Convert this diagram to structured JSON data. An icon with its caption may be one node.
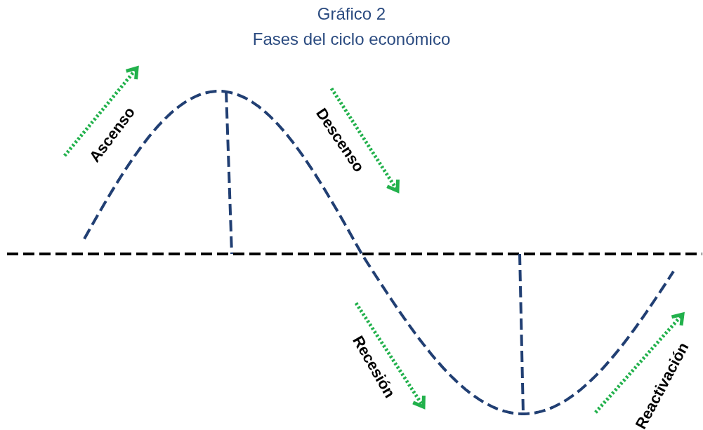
{
  "diagram": {
    "title": "Gráfico 2",
    "caption": "Fases del ciclo económico",
    "labels": [
      "Ascenso",
      "Descenso",
      "Recesión",
      "Reactivación"
    ]
  }
}
